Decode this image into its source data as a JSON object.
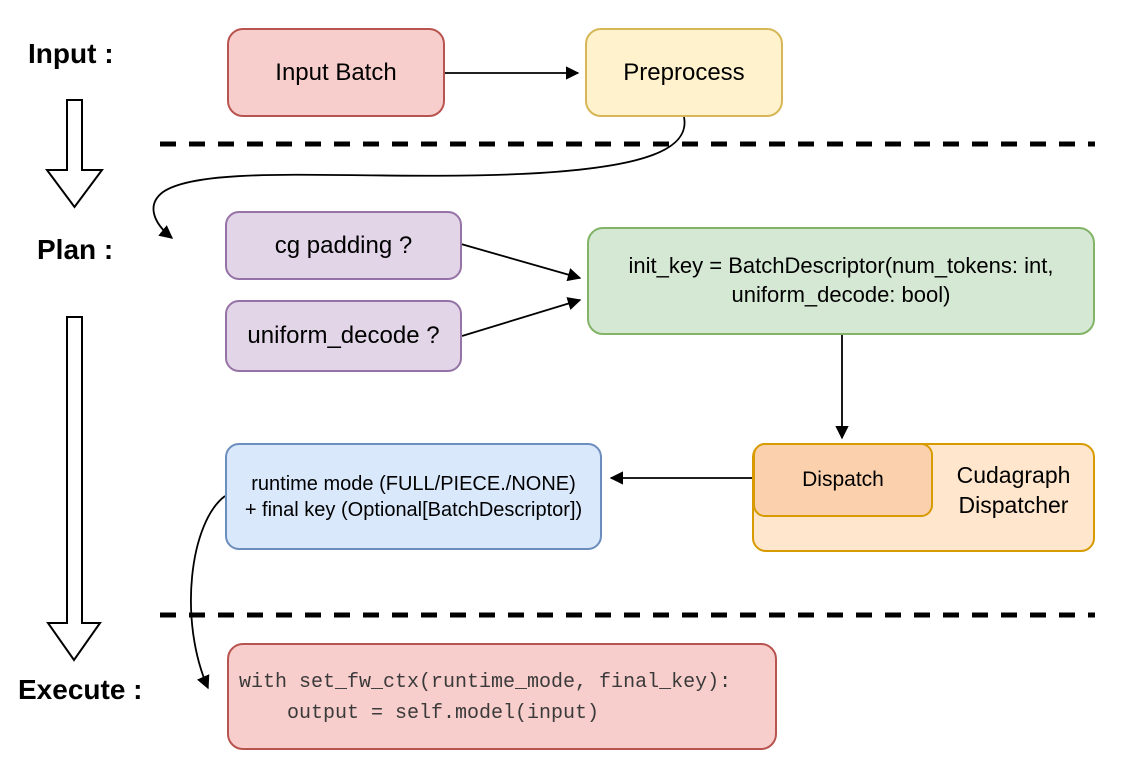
{
  "stage_labels": {
    "input": "Input :",
    "plan": "Plan :",
    "execute": "Execute :"
  },
  "nodes": {
    "input_batch": "Input Batch",
    "preprocess": "Preprocess",
    "cg_padding": "cg padding ?",
    "uniform_decode": "uniform_decode ?",
    "init_key_line1": "init_key = BatchDescriptor(num_tokens: int,",
    "init_key_line2": "uniform_decode: bool)",
    "dispatch": "Dispatch",
    "dispatcher_line1": "Cudagraph",
    "dispatcher_line2": "Dispatcher",
    "runtime_line1": "runtime mode (FULL/PIECE./NONE)",
    "runtime_line2": "+ final key (Optional[BatchDescriptor])",
    "code_line1": "with set_fw_ctx(runtime_mode, final_key):",
    "code_line2": "    output = self.model(input)"
  },
  "colors": {
    "red_fill": "#f8cecc",
    "red_stroke": "#b85450",
    "yellow_fill": "#fff2cc",
    "yellow_stroke": "#d6b656",
    "purple_fill": "#e1d5e7",
    "purple_stroke": "#9673a6",
    "green_fill": "#d5e8d4",
    "green_stroke": "#82b366",
    "orange_fill": "#ffe6cc",
    "orange_stroke": "#d79b00",
    "peach_fill": "#fbd0ac",
    "blue_fill": "#dae8fc",
    "blue_stroke": "#6c8ebf",
    "arrow_color": "#000000"
  }
}
